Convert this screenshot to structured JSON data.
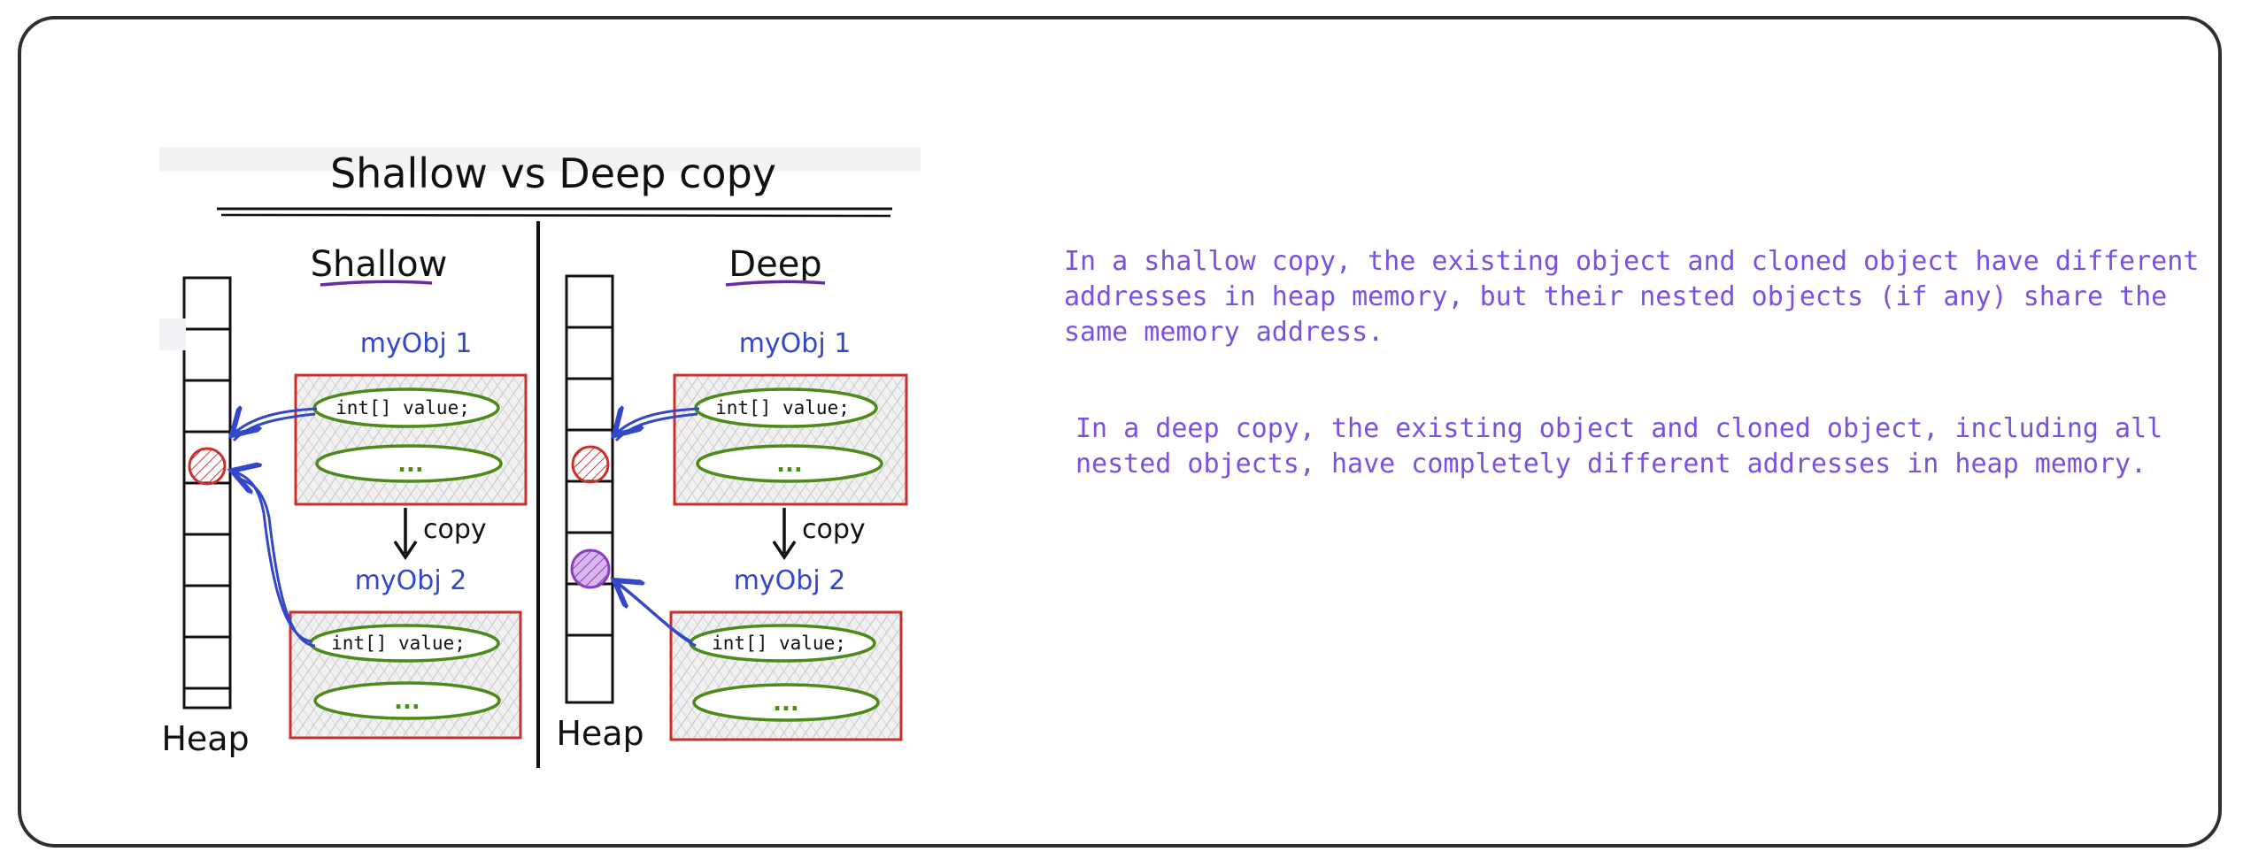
{
  "diagram": {
    "title": "Shallow vs Deep copy",
    "shallow_label": "Shallow",
    "deep_label": "Deep",
    "heap_label": "Heap",
    "copy_label": "copy",
    "obj1_label": "myObj 1",
    "obj2_label": "myObj 2",
    "field_label": "int[] value;",
    "ellipsis": "...",
    "colors": {
      "ink": "#111111",
      "blue": "#3348c8",
      "red": "#c9302c",
      "green": "#4c8a1a",
      "purple": "#7d3fb0",
      "accent_underline": "#6a2aa8"
    }
  },
  "descriptions": {
    "shallow_text": "In a shallow copy, the existing object and cloned object have different addresses in heap memory, but their nested objects (if any) share the same memory address.",
    "deep_text": "In a deep copy, the existing object and cloned object, including all nested objects, have completely different addresses in heap memory."
  }
}
